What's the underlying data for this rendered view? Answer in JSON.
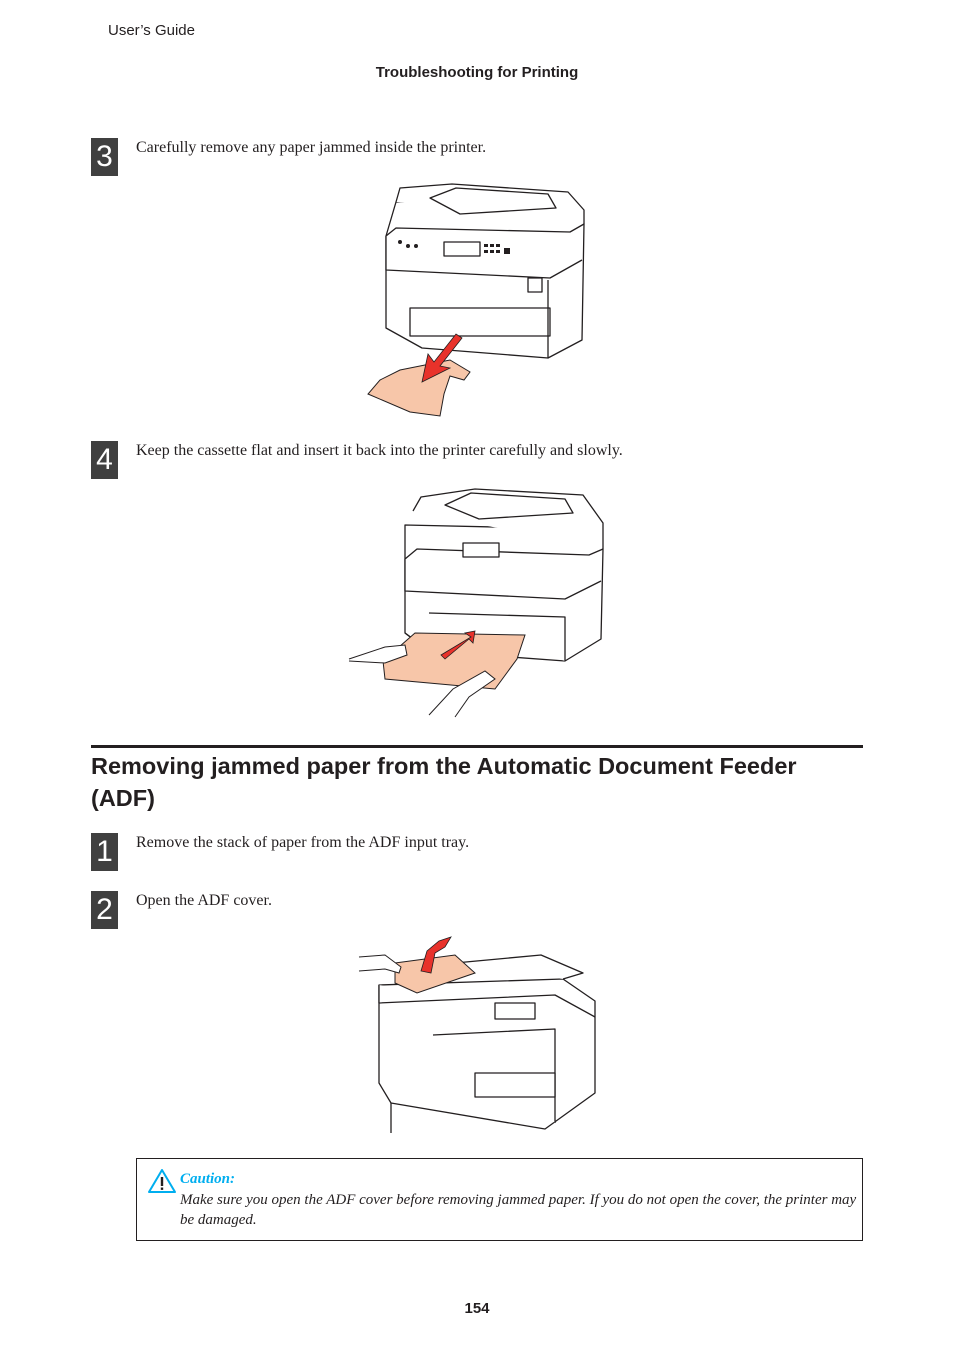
{
  "header": {
    "guide": "User’s Guide",
    "section": "Troubleshooting for Printing"
  },
  "steps_top": [
    {
      "num": "3",
      "text": "Carefully remove any paper jammed inside the printer."
    },
    {
      "num": "4",
      "text": "Keep the cassette flat and insert it back into the printer carefully and slowly."
    }
  ],
  "section_title": "Removing jammed paper from the Automatic Document Feeder (ADF)",
  "steps_adf": [
    {
      "num": "1",
      "text": "Remove the stack of paper from the ADF input tray."
    },
    {
      "num": "2",
      "text": "Open the ADF cover."
    }
  ],
  "caution": {
    "label": "Caution:",
    "text": "Make sure you open the ADF cover before removing jammed paper. If you do not open the cover, the printer may be damaged."
  },
  "page_number": "154",
  "colors": {
    "accent": "#00aeef",
    "paper": "#f7c6a9",
    "arrow": "#e8322b",
    "step_box": "#404040"
  }
}
